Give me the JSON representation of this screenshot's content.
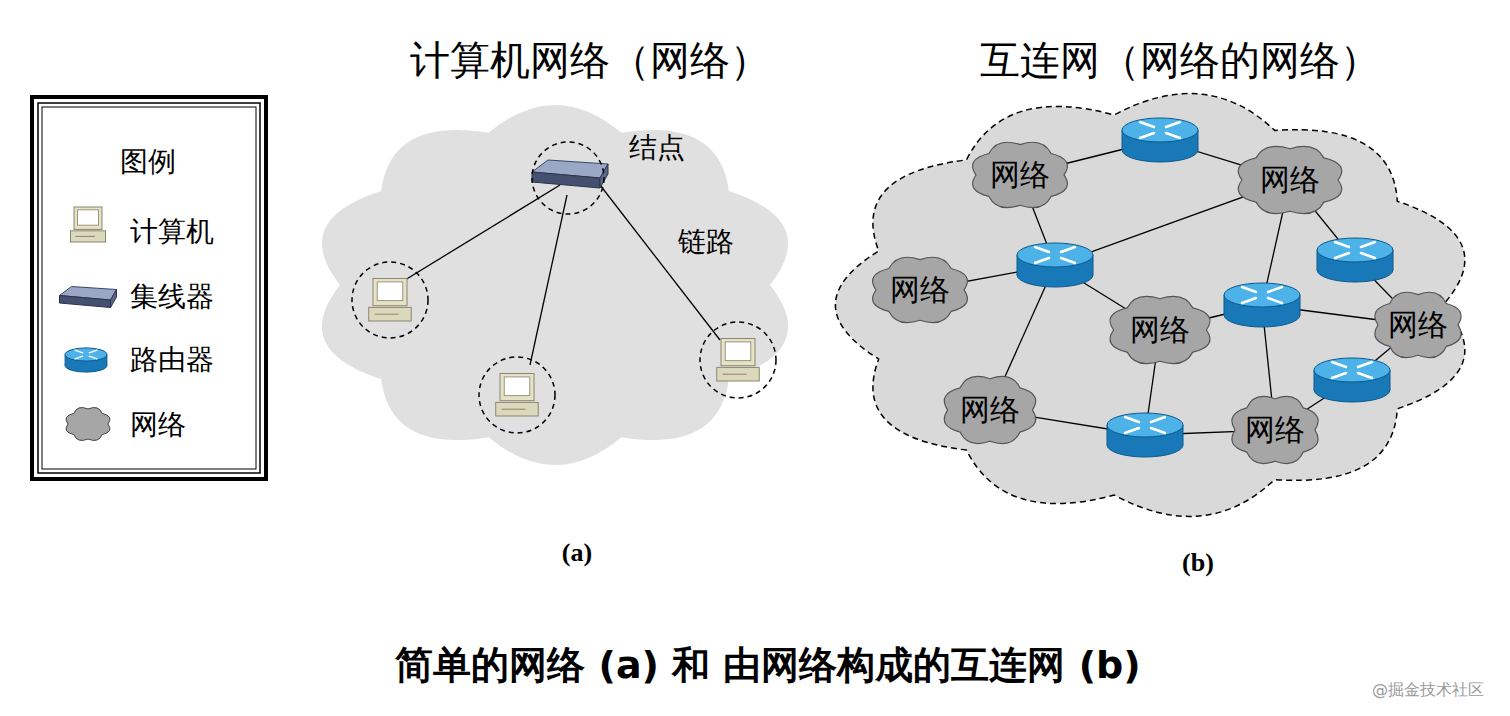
{
  "diagram": {
    "caption": "简单的网络 (a) 和 由网络构成的互连网 (b)",
    "nodes": [
      {
        "text": [
          "网络"
        ]
      },
      {
        "text": [
          "网络"
        ]
      },
      {
        "text": [
          "网络"
        ]
      },
      {
        "text": [
          "网络"
        ]
      },
      {
        "text": [
          "网络"
        ]
      },
      {
        "text": [
          "网络"
        ]
      },
      {
        "text": [
          "网络"
        ]
      }
    ],
    "labels": [
      "计算机网络（网络）",
      "互连网（网络的网络）",
      "图例",
      "结点",
      "链路",
      "(a)",
      "(b)",
      "@掘金技术社区"
    ],
    "legend": [
      {
        "text": "计算机"
      },
      {
        "text": "集线器"
      },
      {
        "text": "路由器"
      },
      {
        "text": "网络"
      }
    ]
  }
}
